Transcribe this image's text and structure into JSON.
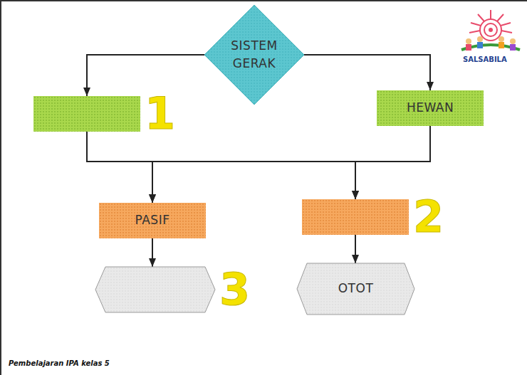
{
  "diagram": {
    "nodes": [
      {
        "text": [
          "SISTEM GERAK"
        ]
      },
      {
        "text": [
          "1"
        ]
      },
      {
        "text": [
          "HEWAN"
        ]
      },
      {
        "text": [
          "PASIF"
        ]
      },
      {
        "text": [
          "2"
        ]
      },
      {
        "text": [
          "3"
        ]
      },
      {
        "text": [
          "OTOT"
        ]
      }
    ],
    "edges": [
      {
        "from": 0,
        "to": 1,
        "arrow": "to"
      },
      {
        "from": 0,
        "to": 2,
        "arrow": "to"
      },
      {
        "from": 1,
        "to": 3,
        "arrow": "to"
      },
      {
        "from": 1,
        "to": 4,
        "arrow": "to"
      },
      {
        "from": 2,
        "to": 3,
        "arrow": "to"
      },
      {
        "from": 2,
        "to": 4,
        "arrow": "to"
      },
      {
        "from": 3,
        "to": 5,
        "arrow": "to"
      },
      {
        "from": 4,
        "to": 6,
        "arrow": "to"
      }
    ],
    "labels": [
      "SALSABILA",
      "Pembelajaran IPA kelas 5"
    ]
  }
}
